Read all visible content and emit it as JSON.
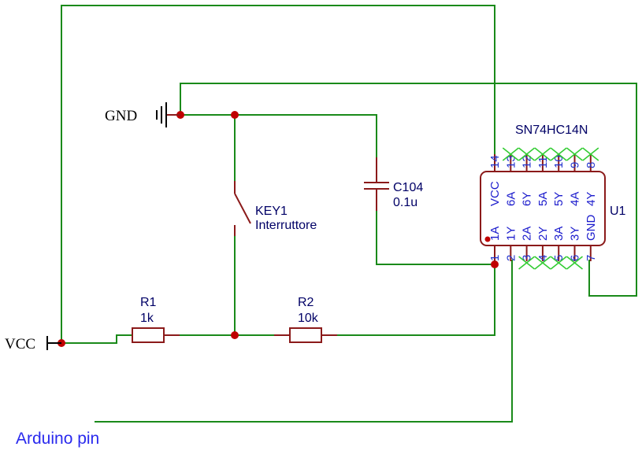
{
  "net_labels": {
    "gnd": "GND",
    "vcc": "VCC",
    "arduino": "Arduino pin"
  },
  "key1": {
    "ref": "KEY1",
    "value": "Interruttore"
  },
  "c104": {
    "ref": "C104",
    "value": "0.1u"
  },
  "r1": {
    "ref": "R1",
    "value": "1k"
  },
  "r2": {
    "ref": "R2",
    "value": "10k"
  },
  "u1": {
    "ref": "U1",
    "part": "SN74HC14N",
    "top_pins": [
      {
        "num": "14",
        "name": "VCC",
        "power": true
      },
      {
        "num": "13",
        "name": "6A"
      },
      {
        "num": "12",
        "name": "6Y"
      },
      {
        "num": "11",
        "name": "5A"
      },
      {
        "num": "10",
        "name": "5Y"
      },
      {
        "num": "9",
        "name": "4A"
      },
      {
        "num": "8",
        "name": "4Y"
      }
    ],
    "bottom_pins": [
      {
        "num": "1",
        "name": "1A"
      },
      {
        "num": "2",
        "name": "1Y"
      },
      {
        "num": "3",
        "name": "2A"
      },
      {
        "num": "4",
        "name": "2Y"
      },
      {
        "num": "5",
        "name": "3A"
      },
      {
        "num": "6",
        "name": "3Y"
      },
      {
        "num": "7",
        "name": "GND"
      }
    ]
  },
  "colors": {
    "wire": "#1a8a1a",
    "part": "#8b1a1a",
    "junction": "#c00000",
    "pin_text": "#2233cc",
    "power_pin_text": "#cc0000",
    "no_connect": "#33cc33"
  }
}
